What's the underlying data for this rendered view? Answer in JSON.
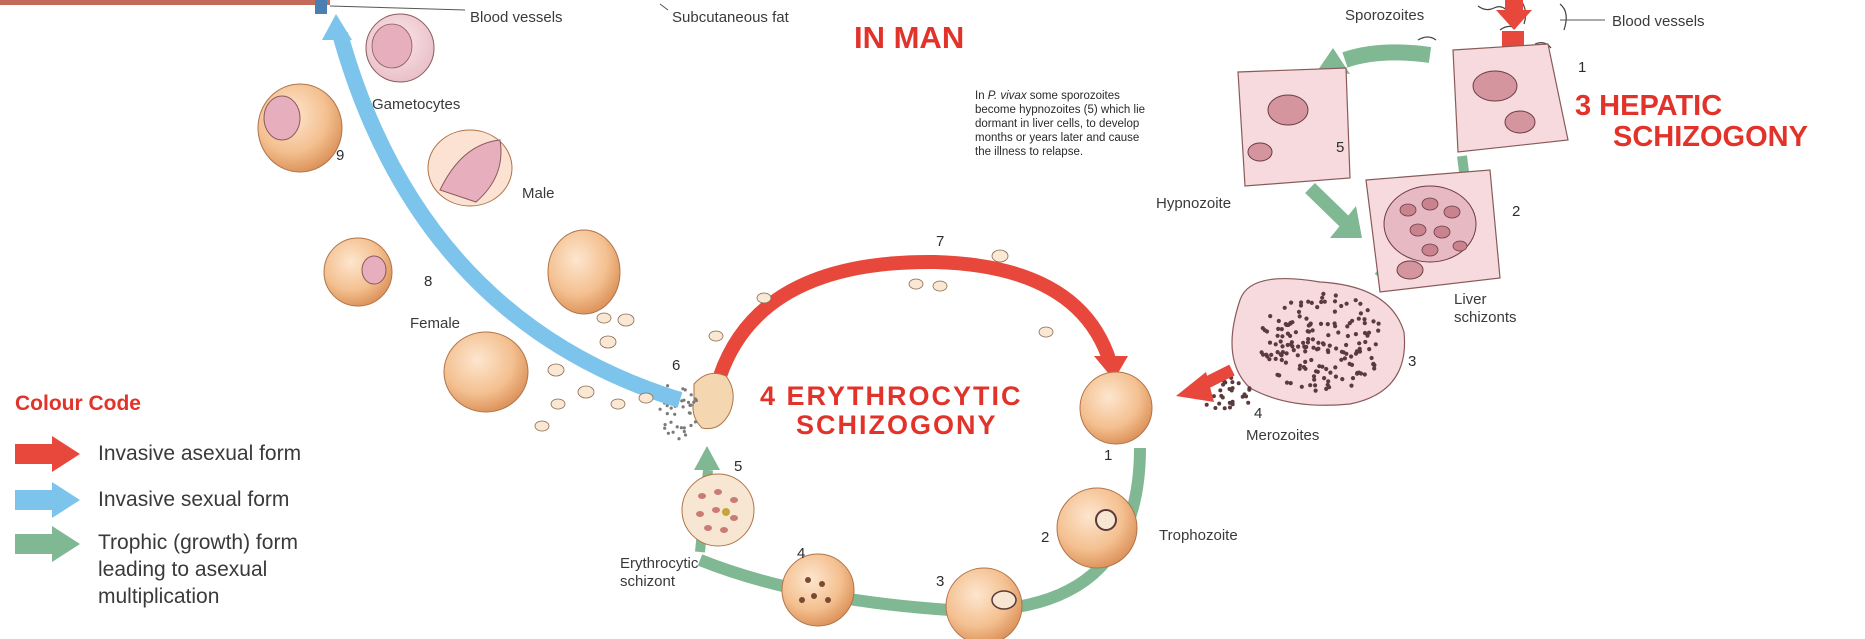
{
  "title_in_man": "IN MAN",
  "hepatic_title_line1": "3 HEPATIC",
  "hepatic_title_line2": "SCHIZOGONY",
  "erythrocytic_title_line1": "4 ERYTHROCYTIC",
  "erythrocytic_title_line2": "SCHIZOGONY",
  "top_labels": {
    "blood_vessels_left": "Blood vessels",
    "subcutaneous_fat": "Subcutaneous fat",
    "sporozoites": "Sporozoites",
    "blood_vessels_right": "Blood vessels"
  },
  "vivax_note": [
    {
      "pre": "In ",
      "italic": "P. vivax",
      "post": " some sporozoites"
    },
    {
      "pre": "become hypnozoites (5) which lie",
      "italic": "",
      "post": ""
    },
    {
      "pre": "dormant in liver cells, to develop",
      "italic": "",
      "post": ""
    },
    {
      "pre": "months or years later and cause",
      "italic": "",
      "post": ""
    },
    {
      "pre": "the illness to relapse.",
      "italic": "",
      "post": ""
    }
  ],
  "labels": {
    "hypnozoite": "Hypnozoite",
    "liver_schizonts_line1": "Liver",
    "liver_schizonts_line2": "schizonts",
    "merozoites": "Merozoites",
    "trophozoite": "Trophozoite",
    "erythrocytic_schizont_line1": "Erythrocytic",
    "erythrocytic_schizont_line2": "schizont",
    "gametocytes": "Gametocytes",
    "male": "Male",
    "female": "Female"
  },
  "numbers": {
    "hep_1": "1",
    "hep_2": "2",
    "hep_3": "3",
    "hep_4": "4",
    "hep_5": "5",
    "ery_1": "1",
    "ery_2": "2",
    "ery_3": "3",
    "ery_4": "4",
    "ery_5": "5",
    "ery_6": "6",
    "ery_7": "7",
    "gam_8": "8",
    "gam_9": "9"
  },
  "legend": {
    "title": "Colour Code",
    "items": [
      {
        "text_lines": [
          "Invasive asexual form"
        ],
        "color": "#e8473c"
      },
      {
        "text_lines": [
          "Invasive sexual form"
        ],
        "color": "#7cc4ec"
      },
      {
        "text_lines": [
          "Trophic (growth) form",
          "leading to asexual",
          "multiplication"
        ],
        "color": "#7fb892"
      }
    ]
  },
  "colors": {
    "title_red": "#e2332b",
    "asexual_red": "#e8473c",
    "sexual_blue": "#7cc4ec",
    "trophic_green": "#7fb892"
  }
}
